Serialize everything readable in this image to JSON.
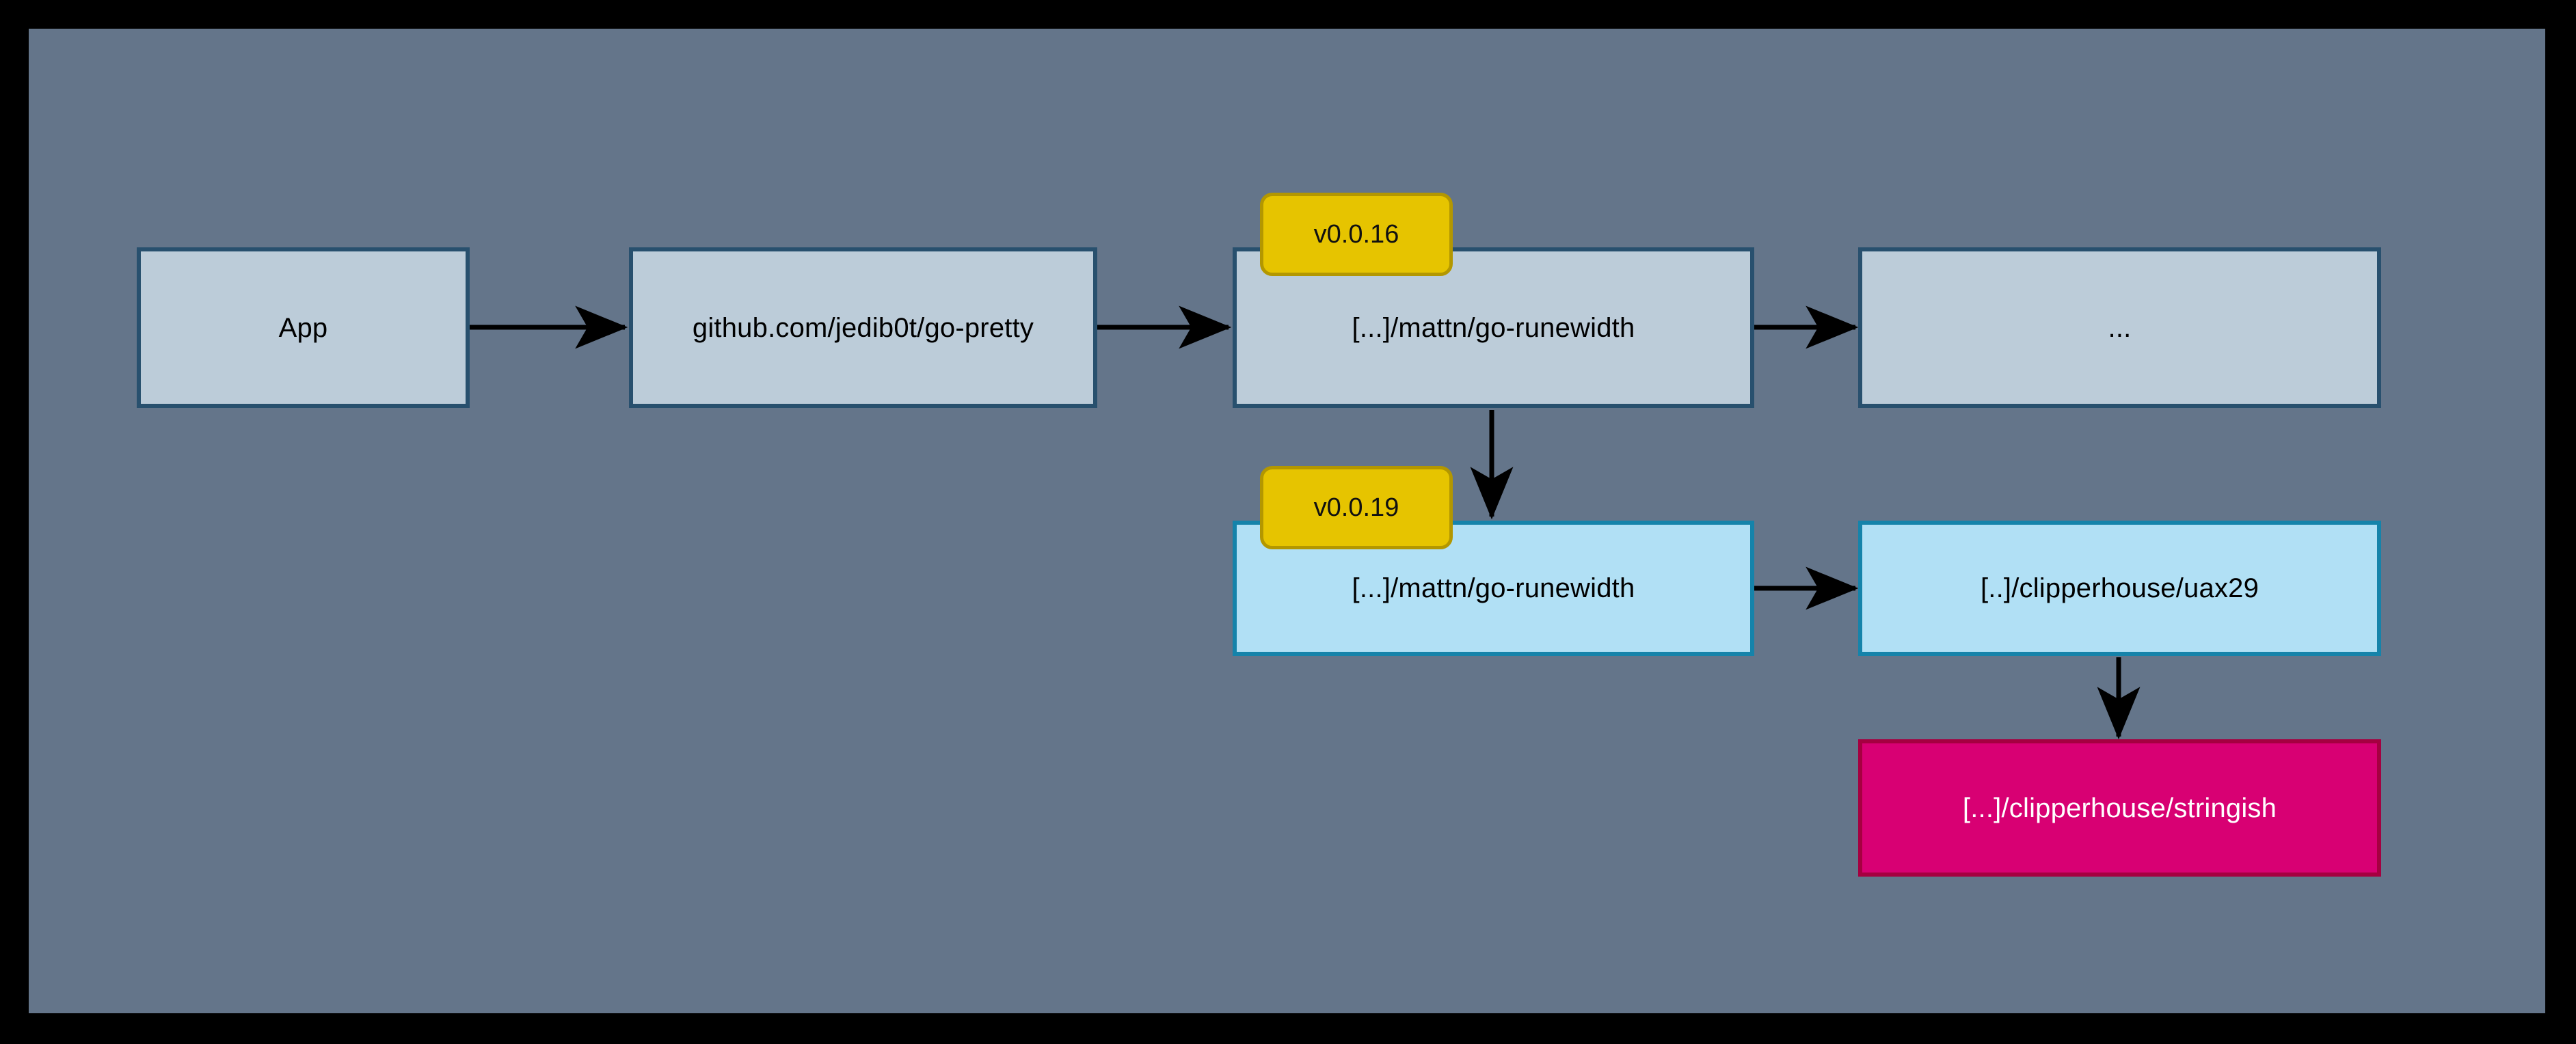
{
  "canvas": {
    "background_color": "#64758a",
    "frame_color": "#000000"
  },
  "palette": {
    "node_gray_fill": "#bcccd9",
    "node_gray_border": "#28506e",
    "node_cyan_fill": "#b1e0f5",
    "node_cyan_border": "#1583aa",
    "node_pink_fill": "#d80073",
    "node_pink_border": "#a50040",
    "badge_fill": "#e6c400",
    "badge_border": "#b39700",
    "edge_color": "#000000",
    "text_dark": "#000000",
    "text_light": "#ffffff"
  },
  "nodes": [
    {
      "id": "app",
      "label": "App",
      "style": "gray"
    },
    {
      "id": "go-pretty",
      "label": "github.com/jedib0t/go-pretty",
      "style": "gray"
    },
    {
      "id": "runewidth-16",
      "label": "[...]/mattn/go-runewidth",
      "style": "gray"
    },
    {
      "id": "ellipsis",
      "label": "...",
      "style": "gray"
    },
    {
      "id": "runewidth-19",
      "label": "[...]/mattn/go-runewidth",
      "style": "cyan"
    },
    {
      "id": "uax29",
      "label": "[..]/clipperhouse/uax29",
      "style": "cyan"
    },
    {
      "id": "stringish",
      "label": "[...]/clipperhouse/stringish",
      "style": "pink"
    }
  ],
  "badges": [
    {
      "id": "badge-v0016",
      "label": "v0.0.16",
      "attached_to": "runewidth-16"
    },
    {
      "id": "badge-v0019",
      "label": "v0.0.19",
      "attached_to": "runewidth-19"
    }
  ],
  "edges": [
    {
      "from": "app",
      "to": "go-pretty",
      "direction": "right"
    },
    {
      "from": "go-pretty",
      "to": "runewidth-16",
      "direction": "right"
    },
    {
      "from": "runewidth-16",
      "to": "ellipsis",
      "direction": "right"
    },
    {
      "from": "runewidth-16",
      "to": "runewidth-19",
      "direction": "down"
    },
    {
      "from": "runewidth-19",
      "to": "uax29",
      "direction": "right"
    },
    {
      "from": "uax29",
      "to": "stringish",
      "direction": "down"
    }
  ]
}
